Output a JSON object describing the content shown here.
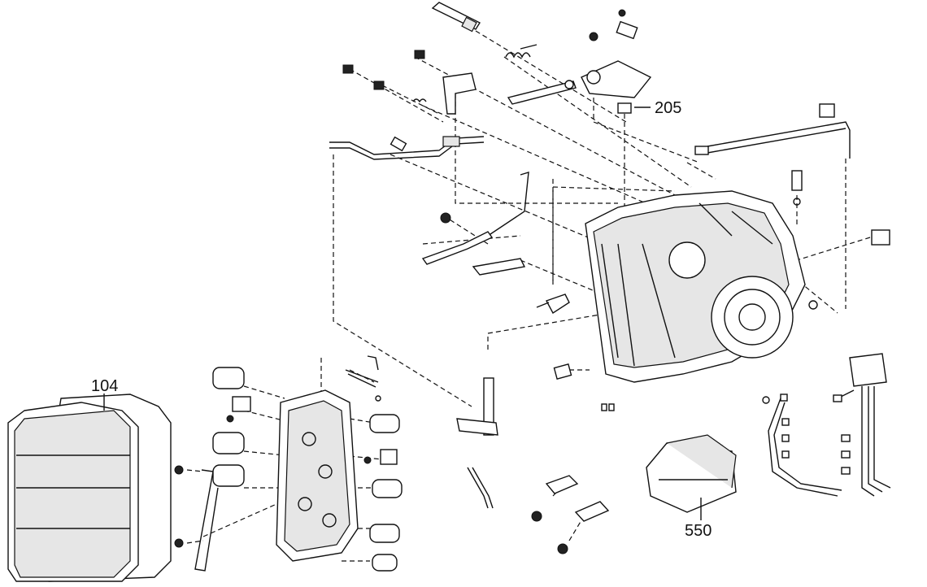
{
  "callouts": {
    "c205": "205",
    "c104": "104",
    "c550": "550"
  },
  "colors": {
    "line": "#111111",
    "background": "#ffffff"
  }
}
